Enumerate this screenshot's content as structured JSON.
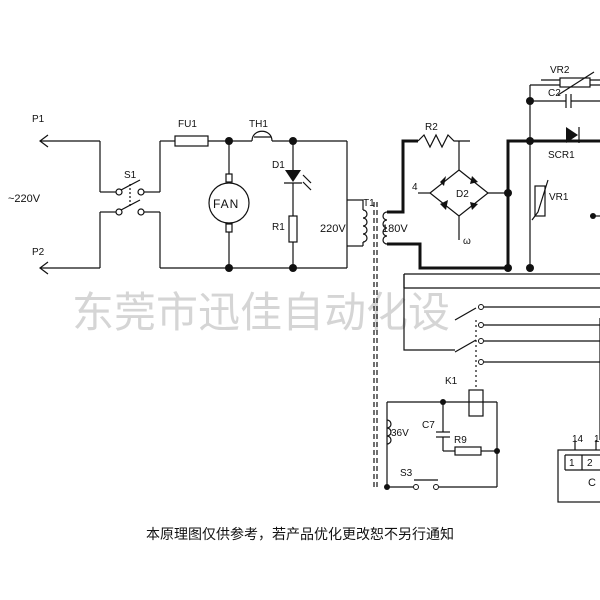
{
  "labels": {
    "p1": "P1",
    "p2": "P2",
    "voltage_in": "~220V",
    "s1": "S1",
    "fu1": "FU1",
    "th1": "TH1",
    "fan": "FAN",
    "d1": "D1",
    "r1": "R1",
    "t1": "T1",
    "v220": "220V",
    "v180": "180V",
    "r2": "R2",
    "d2": "D2",
    "node4": "4",
    "omega": "ω",
    "vr2": "VR2",
    "c2": "C2",
    "scr1": "SCR1",
    "vr1": "VR1",
    "k1": "K1",
    "c7": "C7",
    "r9": "R9",
    "v36": "36V",
    "s3": "S3",
    "pin14": "14",
    "pin1_partial": "1",
    "ic_c": "C",
    "ic_pin1": "1",
    "ic_pin2": "2"
  },
  "watermark": "东莞市迅佳自动化设",
  "footer": "本原理图仅供参考，若产品优化更改恕不另行通知"
}
